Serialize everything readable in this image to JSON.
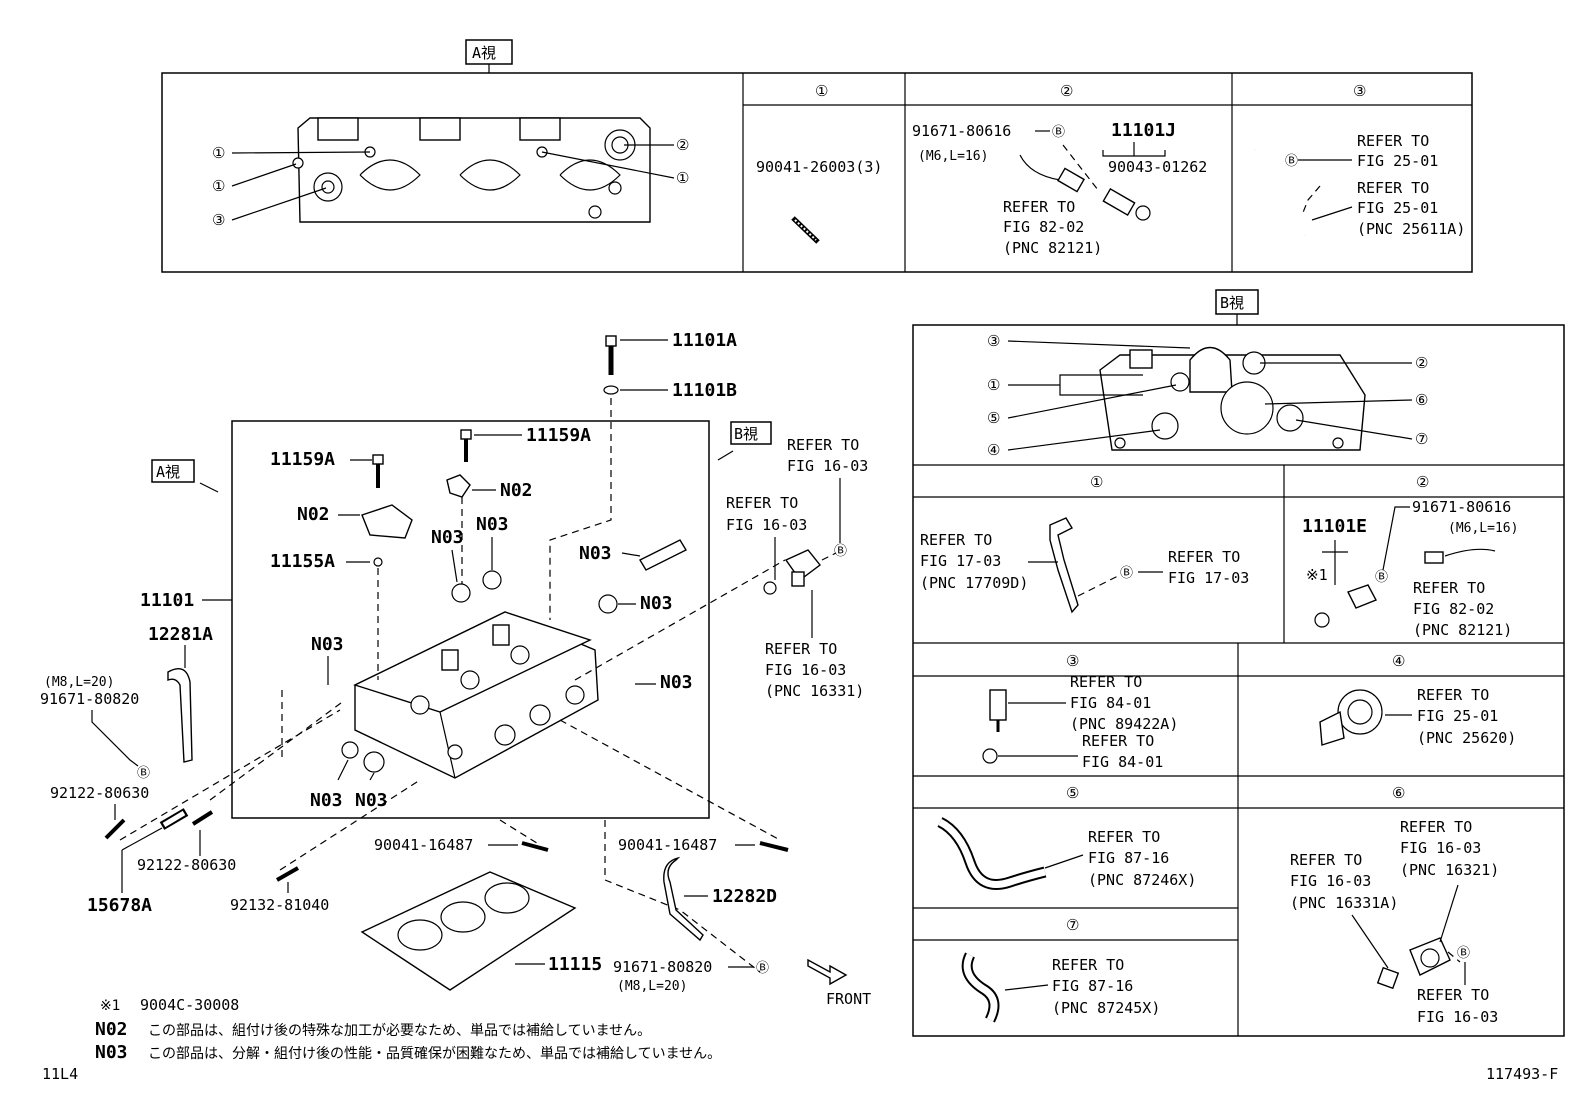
{
  "diagram_id": "117493-F",
  "page_code": "11L4",
  "view_a": {
    "tag": "A視"
  },
  "view_b": {
    "tag": "B視"
  },
  "markers": {
    "c1": "①",
    "c2": "②",
    "c3": "③",
    "c4": "④",
    "c5": "⑤",
    "c6": "⑥",
    "c7": "⑦",
    "b": "Ⓑ"
  },
  "detail_a": {
    "p1": {
      "part": "90041-26003(3)"
    },
    "p2": {
      "clip": "91671-80616",
      "spec": "(M6,L=16)",
      "sensor": "11101J",
      "gasket": "90043-01262",
      "ref1": "REFER TO",
      "ref2": "FIG 82-02",
      "ref3": "(PNC 82121)"
    },
    "p3": {
      "ra1": "REFER TO",
      "ra2": "FIG 25-01",
      "rb1": "REFER TO",
      "rb2": "FIG 25-01",
      "rb3": "(PNC 25611A)"
    }
  },
  "main": {
    "p11101A": "11101A",
    "p11101B": "11101B",
    "p11159A_r": "11159A",
    "p11159A_l": "11159A",
    "n02_r": "N02",
    "n02_l": "N02",
    "p11155A": "11155A",
    "p11101": "11101",
    "p12281A": "12281A",
    "spec_m8a": "(M8,L=20)",
    "p91671a": "91671-80820",
    "n03_1": "N03",
    "n03_2": "N03",
    "n03_3": "N03",
    "n03_4": "N03",
    "n03_5": "N03",
    "n03_6": "N03",
    "n03_7": "N03",
    "n03_8": "N03",
    "p92122a": "92122-80630",
    "p92122b": "92122-80630",
    "p15678A": "15678A",
    "p92132": "92132-81040",
    "p90041a": "90041-16487",
    "p90041b": "90041-16487",
    "p11115": "11115",
    "p12282D": "12282D",
    "p91671b": "91671-80820",
    "spec_m8b": "(M8,L=20)",
    "front": "FRONT",
    "r1a": "REFER TO",
    "r1b": "FIG 16-03",
    "r2a": "REFER TO",
    "r2b": "FIG 16-03",
    "r3a": "REFER TO",
    "r3b": "FIG 16-03",
    "r3c": "(PNC 16331)"
  },
  "detail_b": {
    "p1": {
      "la": "REFER TO",
      "lb": "FIG 17-03",
      "lc": "(PNC 17709D)",
      "ra": "REFER TO",
      "rb": "FIG 17-03"
    },
    "p2": {
      "part": "11101E",
      "clip": "91671-80616",
      "spec": "(M6,L=16)",
      "note": "※1",
      "ra": "REFER TO",
      "rb": "FIG 82-02",
      "rc": "(PNC 82121)"
    },
    "p3": {
      "a1": "REFER TO",
      "a2": "FIG 84-01",
      "a3": "(PNC 89422A)",
      "b1": "REFER TO",
      "b2": "FIG 84-01"
    },
    "p4": {
      "a1": "REFER TO",
      "a2": "FIG 25-01",
      "a3": "(PNC 25620)"
    },
    "p5": {
      "a1": "REFER TO",
      "a2": "FIG 87-16",
      "a3": "(PNC 87246X)"
    },
    "p6": {
      "a1": "REFER TO",
      "a2": "FIG 16-03",
      "a3": "(PNC 16321)",
      "b1": "REFER TO",
      "b2": "FIG 16-03",
      "b3": "(PNC 16331A)",
      "c1": "REFER TO",
      "c2": "FIG 16-03"
    },
    "p7": {
      "a1": "REFER TO",
      "a2": "FIG 87-16",
      "a3": "(PNC 87245X)"
    }
  },
  "notes": {
    "n1_key": "※1",
    "n1_val": "9004C-30008",
    "n02_key": "N02",
    "n02_val": "この部品は、組付け後の特殊な加工が必要なため、単品では補給していません。",
    "n03_key": "N03",
    "n03_val": "この部品は、分解・組付け後の性能・品質確保が困難なため、単品では補給していません。"
  }
}
